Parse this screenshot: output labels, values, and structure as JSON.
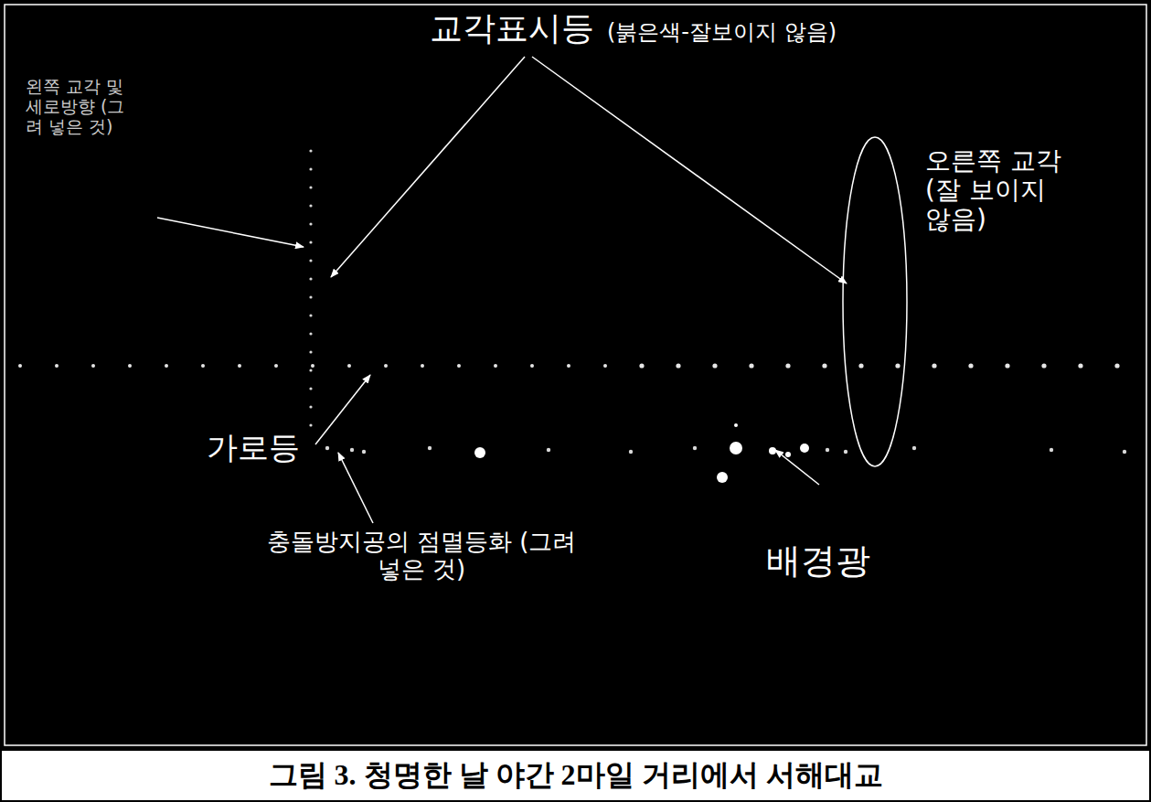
{
  "diagram": {
    "caption": "그림 3. 청명한 날 야간 2마일 거리에서 서해대교",
    "labels": [
      "왼쪽 교각 및 세로방향 (그려 넣은 것)",
      "교각표시등",
      "(붉은색-잘보이지 않음)",
      "오른쪽 교각 (잘 보이지 않음)",
      "가로등",
      "충돌방지공의 점멸등화 (그려 넣은 것)",
      "배경광"
    ]
  }
}
